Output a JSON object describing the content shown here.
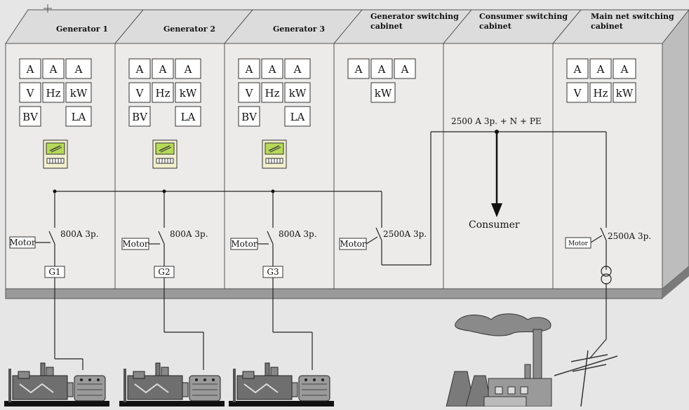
{
  "cabinets": [
    {
      "title": "Generator 1"
    },
    {
      "title": "Generator 2"
    },
    {
      "title": "Generator 3"
    },
    {
      "title_line1": "Generator switching",
      "title_line2": "cabinet"
    },
    {
      "title_line1": "Consumer switching",
      "title_line2": "cabinet"
    },
    {
      "title_line1": "Main net switching",
      "title_line2": "cabinet"
    }
  ],
  "meters": {
    "ammeter": "A",
    "voltmeter": "V",
    "frequency": "Hz",
    "power": "kW",
    "bv": "BV",
    "la": "LA"
  },
  "switches": {
    "generator_rating": "800A 3p.",
    "main_rating": "2500A 3p.",
    "motor_label": "Motor"
  },
  "generators": {
    "g1": "G1",
    "g2": "G2",
    "g3": "G3"
  },
  "busbar_label": "2500 A 3p. + N + PE",
  "consumer_label": "Consumer",
  "colors": {
    "cabinet_front": "#ecebea",
    "cabinet_top": "#dcdcdc",
    "cabinet_side": "#bdbdbd",
    "plinth": "#9a9a9a",
    "controller_screen": "#b6d95a"
  }
}
